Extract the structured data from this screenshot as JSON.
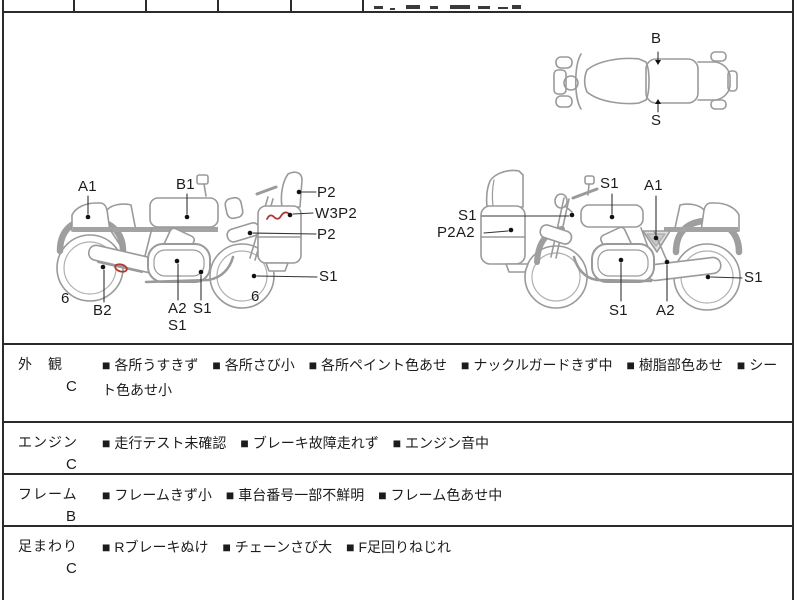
{
  "colors": {
    "border": "#2b2b2b",
    "bike_outline": "#9a9a9a",
    "shade_gray": "#a3a3a3",
    "damage_mark": "#b03a30",
    "text": "#1c1c1c"
  },
  "bullet": "■",
  "diagram": {
    "top_view": {
      "b_label": "B",
      "s_label": "S"
    },
    "left_view": {
      "a1": "A1",
      "b1": "B1",
      "p2_top": "P2",
      "w3p2": "W3P2",
      "p2_mid": "P2",
      "s1_front": "S1",
      "six_left": "6",
      "b2": "B2",
      "a2": "A2",
      "s1_mid": "S1",
      "s1_below": "S1",
      "six_right": "6"
    },
    "right_view": {
      "s1_left": "S1",
      "p2a2": "P2A2",
      "s1_top": "S1",
      "a1": "A1",
      "s1_engine": "S1",
      "a2": "A2",
      "s1_rear": "S1"
    }
  },
  "condition_table": {
    "rows": [
      {
        "category": "外　観",
        "grade": "C",
        "items": [
          "各所うすきず",
          "各所さび小",
          "各所ペイント色あせ",
          "ナックルガードきず中",
          "樹脂部色あせ",
          "シート色あせ小"
        ]
      },
      {
        "category": "エンジン",
        "grade": "C",
        "items": [
          "走行テスト未確認",
          "ブレーキ故障走れず",
          "エンジン音中"
        ]
      },
      {
        "category": "フレーム",
        "grade": "B",
        "items": [
          "フレームきず小",
          "車台番号一部不鮮明",
          "フレーム色あせ中"
        ]
      },
      {
        "category": "足まわり",
        "grade": "C",
        "items": [
          "Rブレーキぬけ",
          "チェーンさび大",
          "F足回りねじれ"
        ]
      }
    ]
  }
}
